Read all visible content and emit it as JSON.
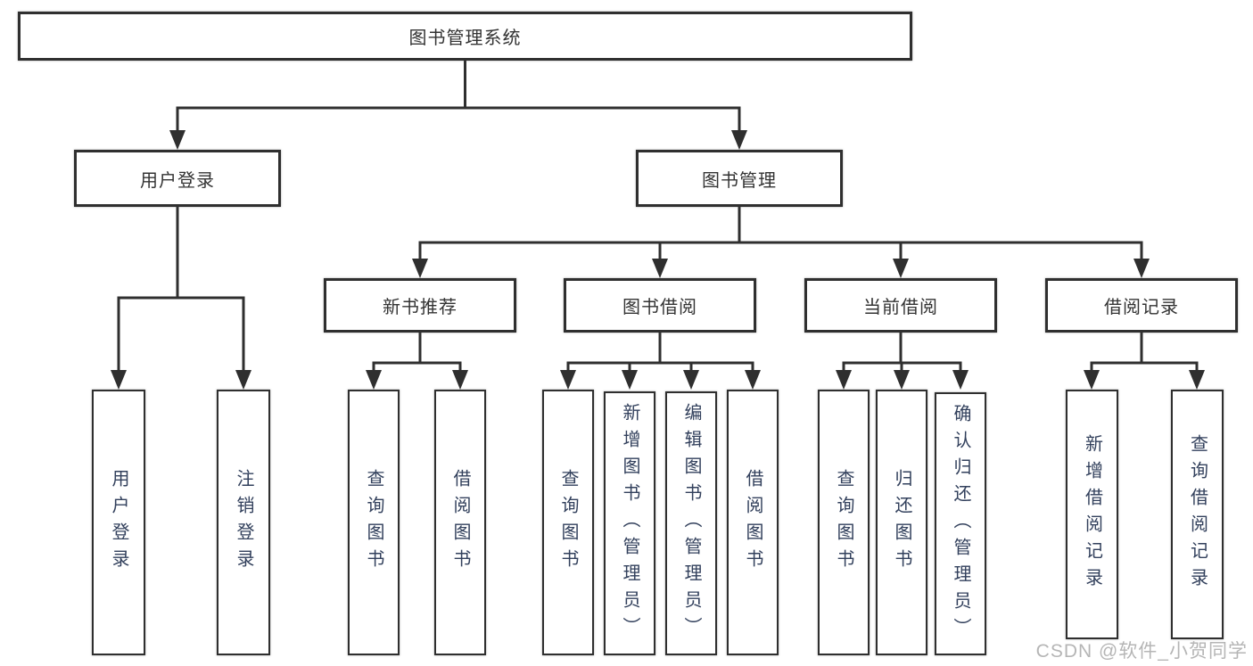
{
  "diagram": {
    "root": {
      "label": "图书管理系统"
    },
    "user_login": {
      "label": "用户登录",
      "children": [
        {
          "label": "用户登录"
        },
        {
          "label": "注销登录"
        }
      ]
    },
    "book_mgmt": {
      "label": "图书管理",
      "sections": [
        {
          "label": "新书推荐",
          "children": [
            {
              "label": "查询图书"
            },
            {
              "label": "借阅图书"
            }
          ]
        },
        {
          "label": "图书借阅",
          "children": [
            {
              "label": "查询图书"
            },
            {
              "label": "新增图书（管理员）"
            },
            {
              "label": "编辑图书（管理员）"
            },
            {
              "label": "借阅图书"
            }
          ]
        },
        {
          "label": "当前借阅",
          "children": [
            {
              "label": "查询图书"
            },
            {
              "label": "归还图书"
            },
            {
              "label": "确认归还（管理员）"
            }
          ]
        },
        {
          "label": "借阅记录",
          "children": [
            {
              "label": "新增借阅记录"
            },
            {
              "label": "查询借阅记录"
            }
          ]
        }
      ]
    },
    "colors": {
      "line": "#2f2f2f",
      "text": "#333333",
      "watermark": "#a9a9a9"
    },
    "watermark": "CSDN @软件_小贺同学"
  }
}
